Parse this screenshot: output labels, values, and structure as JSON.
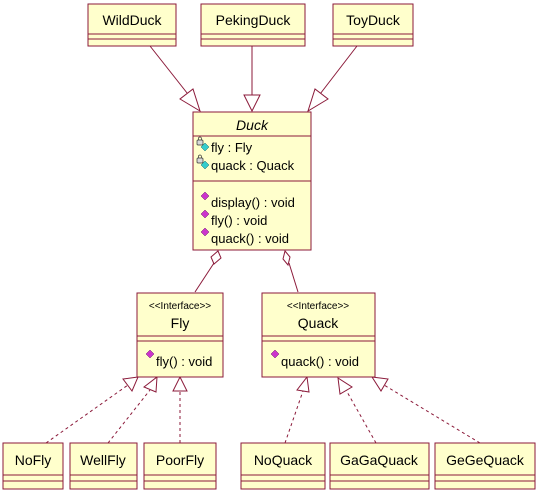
{
  "classes": {
    "wild_duck": {
      "name": "WildDuck"
    },
    "peking_duck": {
      "name": "PekingDuck"
    },
    "toy_duck": {
      "name": "ToyDuck"
    },
    "duck": {
      "name": "Duck",
      "attributes": [
        "fly : Fly",
        "quack : Quack"
      ],
      "methods": [
        "display() : void",
        "fly() : void",
        "quack() : void"
      ]
    },
    "fly": {
      "stereotype": "<<Interface>>",
      "name": "Fly",
      "methods": [
        "fly() : void"
      ]
    },
    "quack": {
      "stereotype": "<<Interface>>",
      "name": "Quack",
      "methods": [
        "quack() : void"
      ]
    },
    "no_fly": {
      "name": "NoFly"
    },
    "well_fly": {
      "name": "WellFly"
    },
    "poor_fly": {
      "name": "PoorFly"
    },
    "no_quack": {
      "name": "NoQuack"
    },
    "gaga_quack": {
      "name": "GaGaQuack"
    },
    "gege_quack": {
      "name": "GeGeQuack"
    }
  },
  "icons": {
    "attribute": "private-field-icon",
    "method": "public-method-icon"
  },
  "colors": {
    "box_fill": "#ffffcc",
    "border": "#8b1a3a",
    "method_icon": "#cc33cc",
    "field_icon": "#33cccc"
  },
  "relations": [
    {
      "type": "generalization",
      "from": "WildDuck",
      "to": "Duck"
    },
    {
      "type": "generalization",
      "from": "PekingDuck",
      "to": "Duck"
    },
    {
      "type": "generalization",
      "from": "ToyDuck",
      "to": "Duck"
    },
    {
      "type": "aggregation",
      "from": "Duck",
      "to": "Fly"
    },
    {
      "type": "aggregation",
      "from": "Duck",
      "to": "Quack"
    },
    {
      "type": "realization",
      "from": "NoFly",
      "to": "Fly"
    },
    {
      "type": "realization",
      "from": "WellFly",
      "to": "Fly"
    },
    {
      "type": "realization",
      "from": "PoorFly",
      "to": "Fly"
    },
    {
      "type": "realization",
      "from": "NoQuack",
      "to": "Quack"
    },
    {
      "type": "realization",
      "from": "GaGaQuack",
      "to": "Quack"
    },
    {
      "type": "realization",
      "from": "GeGeQuack",
      "to": "Quack"
    }
  ]
}
